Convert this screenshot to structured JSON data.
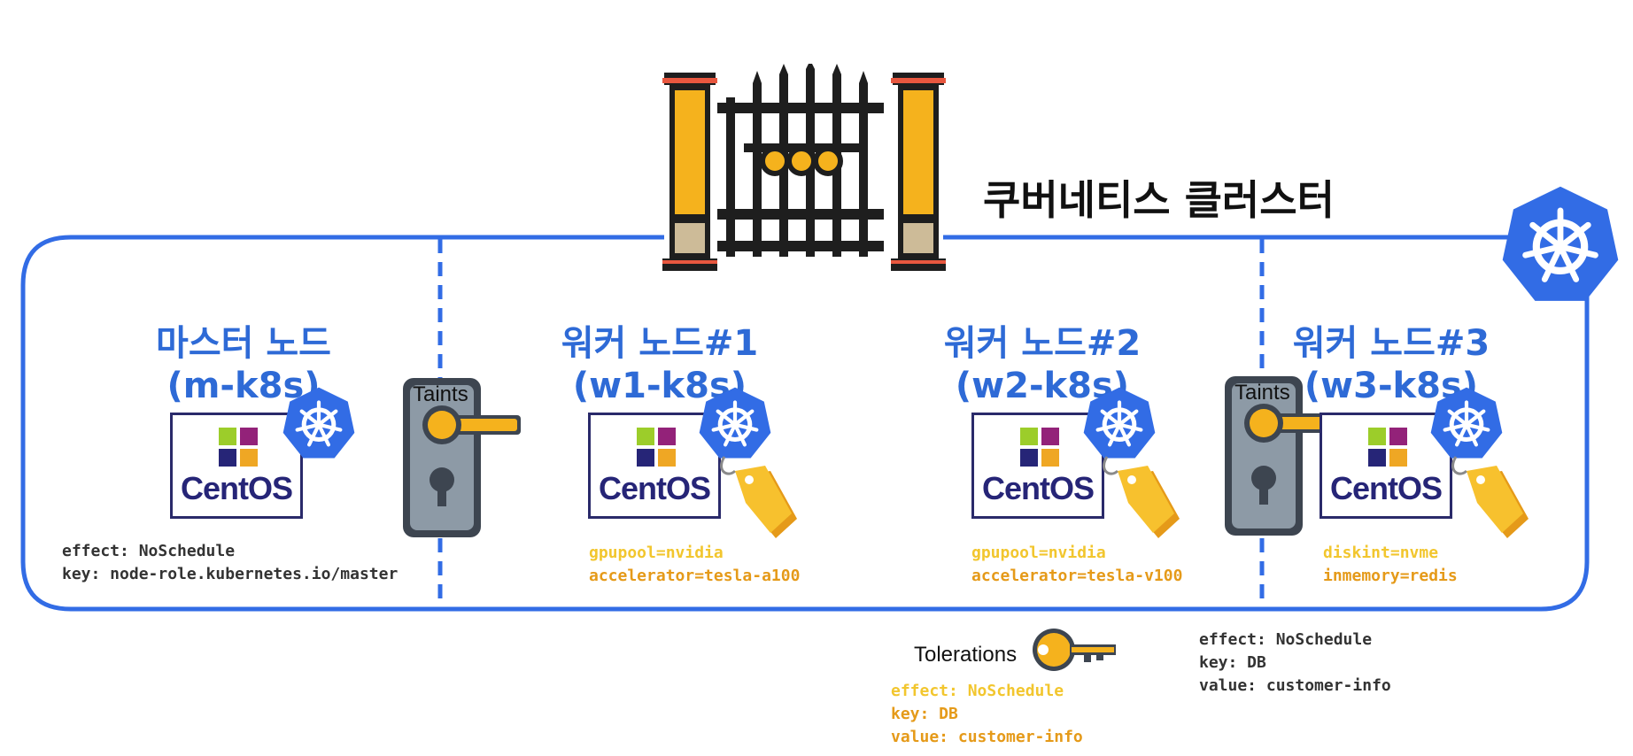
{
  "cluster": {
    "title": "쿠버네티스 클러스터"
  },
  "nodes": [
    {
      "title": "마스터 노드",
      "host": "(m-k8s)",
      "os_label": "CentOS"
    },
    {
      "title": "워커 노드#1",
      "host": "(w1-k8s)",
      "os_label": "CentOS"
    },
    {
      "title": "워커 노드#2",
      "host": "(w2-k8s)",
      "os_label": "CentOS"
    },
    {
      "title": "워커 노드#3",
      "host": "(w3-k8s)",
      "os_label": "CentOS"
    }
  ],
  "taints": {
    "label": "Taints",
    "master": {
      "effect": "effect: NoSchedule",
      "key": "key: node-role.kubernetes.io/master"
    },
    "w3": {
      "effect": "effect: NoSchedule",
      "key": "key: DB",
      "value": "value: customer-info"
    }
  },
  "labels": {
    "w1": {
      "line1": "gpupool=nvidia",
      "line2": "accelerator=tesla-a100"
    },
    "w2": {
      "line1": "gpupool=nvidia",
      "line2": "accelerator=tesla-v100"
    },
    "w3": {
      "line1": "diskint=nvme",
      "line2": "inmemory=redis"
    }
  },
  "tolerations": {
    "label": "Tolerations",
    "effect": "effect: NoSchedule",
    "key": "key: DB",
    "value": "value: customer-info"
  },
  "colors": {
    "k8s_blue": "#326ce5",
    "title_blue": "#2e6ad6",
    "gold": "#f5b21d",
    "label_yellow": "#f2c62e",
    "label_orange": "#e59a19"
  },
  "icons": [
    "gate-icon",
    "kubernetes-icon",
    "door-handle-icon",
    "key-icon",
    "tag-icon",
    "centos-logo-icon"
  ]
}
